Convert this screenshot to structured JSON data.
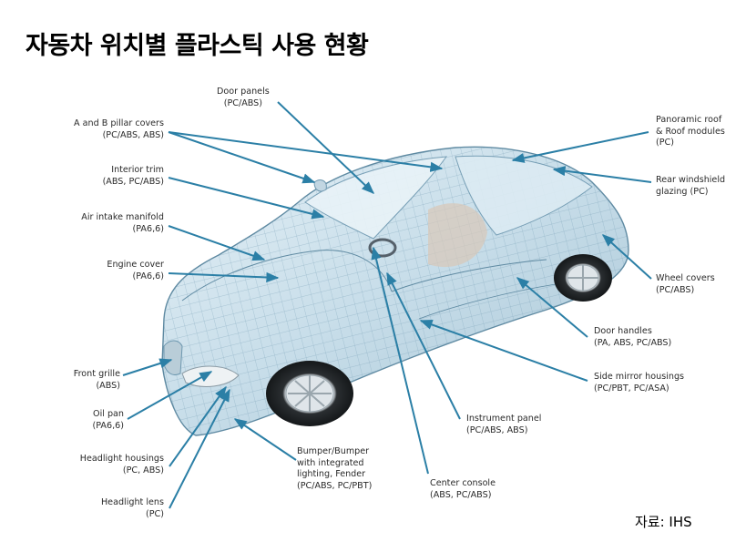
{
  "title": "자동차 위치별 플라스틱 사용 현황",
  "source": "자료: IHS",
  "labels": {
    "door_panels": "Door panels\n(PC/ABS)",
    "ab_pillar": "A and B pillar covers\n(PC/ABS, ABS)",
    "interior_trim": "Interior trim\n(ABS, PC/ABS)",
    "air_intake": "Air intake manifold\n(PA6,6)",
    "engine_cover": "Engine cover\n(PA6,6)",
    "front_grille": "Front grille\n(ABS)",
    "oil_pan": "Oil pan\n(PA6,6)",
    "headlight_housings": "Headlight housings\n(PC, ABS)",
    "headlight_lens": "Headlight lens\n(PC)",
    "bumper": "Bumper/Bumper\nwith integrated\nlighting, Fender\n(PC/ABS, PC/PBT)",
    "center_console": "Center console\n(ABS, PC/ABS)",
    "instrument_panel": "Instrument panel\n(PC/ABS, ABS)",
    "side_mirror": "Side mirror housings\n(PC/PBT, PC/ASA)",
    "door_handles": "Door handles\n(PA, ABS, PC/ABS)",
    "wheel_covers": "Wheel covers\n(PC/ABS)",
    "rear_windshield": "Rear windshield\nglazing (PC)",
    "panoramic_roof": "Panoramic roof\n& Roof modules\n(PC)"
  },
  "colors": {
    "leader": "#2b7fa6",
    "car_glass": "#cfe3ee",
    "car_mesh": "#7aa6be"
  }
}
